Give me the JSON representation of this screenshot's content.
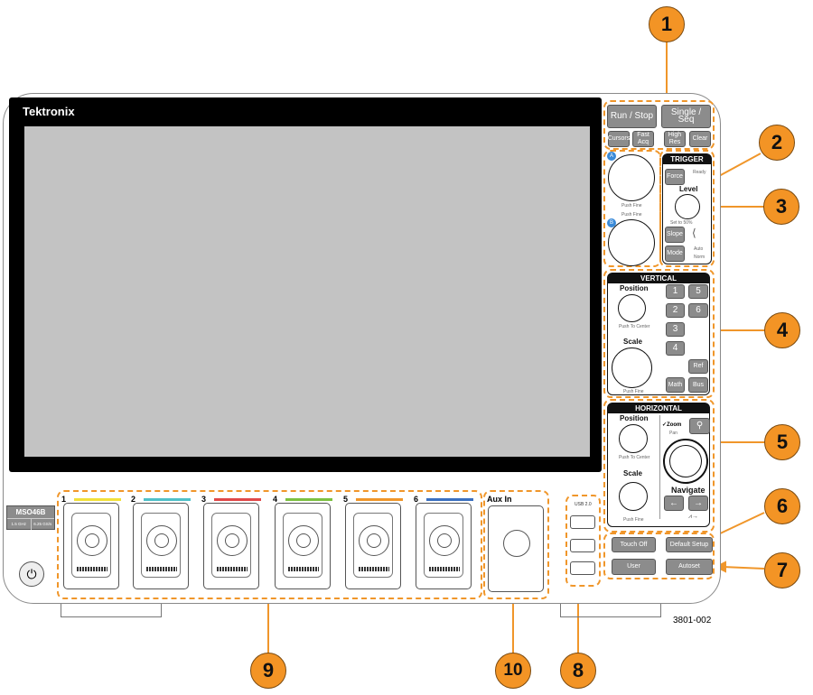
{
  "brand": "Tektronix",
  "model": {
    "name": "MSO46B",
    "bandwidth": "1.5 GHz",
    "sample_rate": "6.25 GS/s"
  },
  "top_buttons": {
    "run_stop": "Run / Stop",
    "single_seq": "Single / Seq",
    "cursors": "Cursors",
    "fast_acq": "Fast Acq",
    "high_res": "High Res",
    "clear": "Clear"
  },
  "knobs": {
    "a_label": "A",
    "b_label": "B",
    "push": "Push",
    "fine": "Fine"
  },
  "trigger": {
    "title": "TRIGGER",
    "force": "Force",
    "ready": "Ready",
    "level": "Level",
    "set50": "Set to 50%",
    "slope": "Slope",
    "mode": "Mode",
    "auto": "Auto",
    "norm": "Norm"
  },
  "vertical": {
    "title": "VERTICAL",
    "position": "Position",
    "to_center": "To Center",
    "scale": "Scale",
    "fine": "Fine",
    "push": "Push",
    "buttons": [
      "1",
      "2",
      "3",
      "4",
      "5",
      "6",
      "Ref",
      "Math",
      "Bus"
    ]
  },
  "horizontal": {
    "title": "HORIZONTAL",
    "position": "Position",
    "to_center": "To Center",
    "scale": "Scale",
    "fine": "Fine",
    "push": "Push",
    "zoom": "Zoom",
    "pan": "Pan",
    "navigate": "Navigate"
  },
  "misc_buttons": {
    "touch_off": "Touch Off",
    "default_setup": "Default Setup",
    "user": "User",
    "autoset": "Autoset"
  },
  "channels": [
    {
      "label": "1",
      "color": "#f2e03a"
    },
    {
      "label": "2",
      "color": "#4fc0c8"
    },
    {
      "label": "3",
      "color": "#e04848"
    },
    {
      "label": "4",
      "color": "#7cc040"
    },
    {
      "label": "5",
      "color": "#f0962a"
    },
    {
      "label": "6",
      "color": "#3a6fc0"
    }
  ],
  "aux_in": "Aux In",
  "usb": "USB 2.0",
  "figure_id": "3801-002",
  "callouts": [
    "1",
    "2",
    "3",
    "4",
    "5",
    "6",
    "7",
    "8",
    "9",
    "10"
  ],
  "colors": {
    "callout": "#f39425",
    "dash": "#f0962a"
  }
}
